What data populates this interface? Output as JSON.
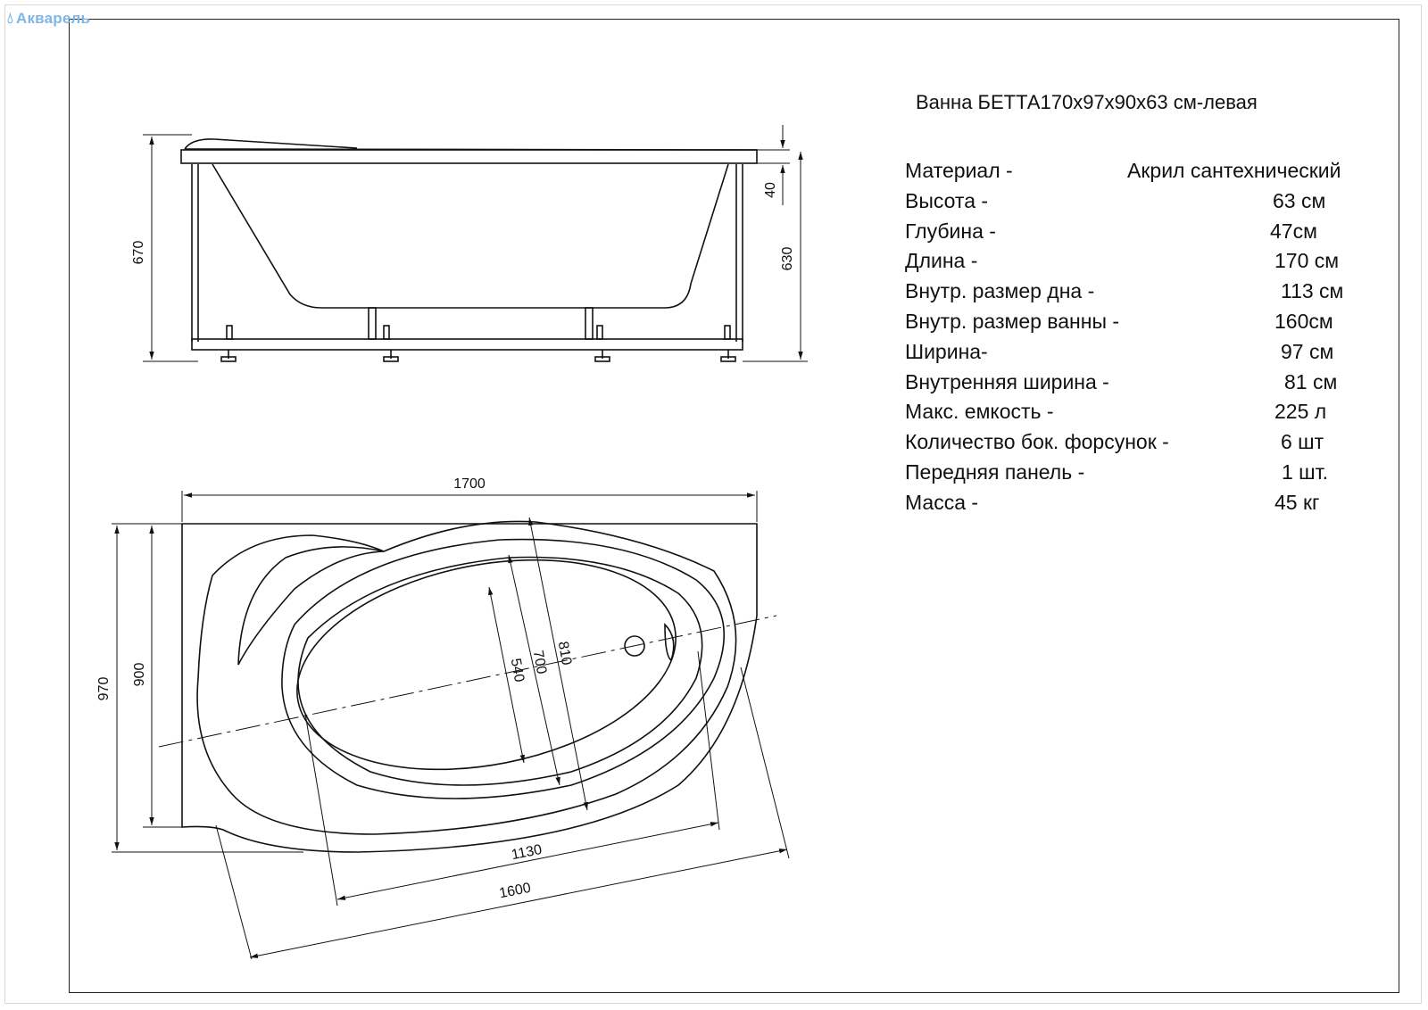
{
  "watermark": "Акварель",
  "title": "Ванна БЕТТА170х97х90х63 см-левая",
  "specs": [
    {
      "label": "Материал -",
      "value": "Акрил сантехнический"
    },
    {
      "label": "Высота -",
      "value": "63 см"
    },
    {
      "label": "Глубина -",
      "value": "47см"
    },
    {
      "label": "Длина -",
      "value": "170 см"
    },
    {
      "label": "Внутр. размер дна -",
      "value": "113 см"
    },
    {
      "label": "Внутр. размер ванны -",
      "value": "160см"
    },
    {
      "label": "Ширина-",
      "value": "97 см"
    },
    {
      "label": "Внутренняя ширина -",
      "value": "81 см"
    },
    {
      "label": "Макс. емкость -",
      "value": "225 л"
    },
    {
      "label": "Количество бок. форсунок -",
      "value": "6 шт"
    },
    {
      "label": "Передняя панель -",
      "value": "1 шт."
    },
    {
      "label": "Масса -",
      "value": "45 кг"
    }
  ],
  "dimensions": {
    "side_height_total": "670",
    "side_rim": "40",
    "side_height": "630",
    "top_length": "1700",
    "top_width": "970",
    "top_width_inner": "900",
    "bottom_length": "1130",
    "inner_length": "1600",
    "bottom_width": "540",
    "inner_width": "700",
    "inner_width_outer": "810"
  }
}
